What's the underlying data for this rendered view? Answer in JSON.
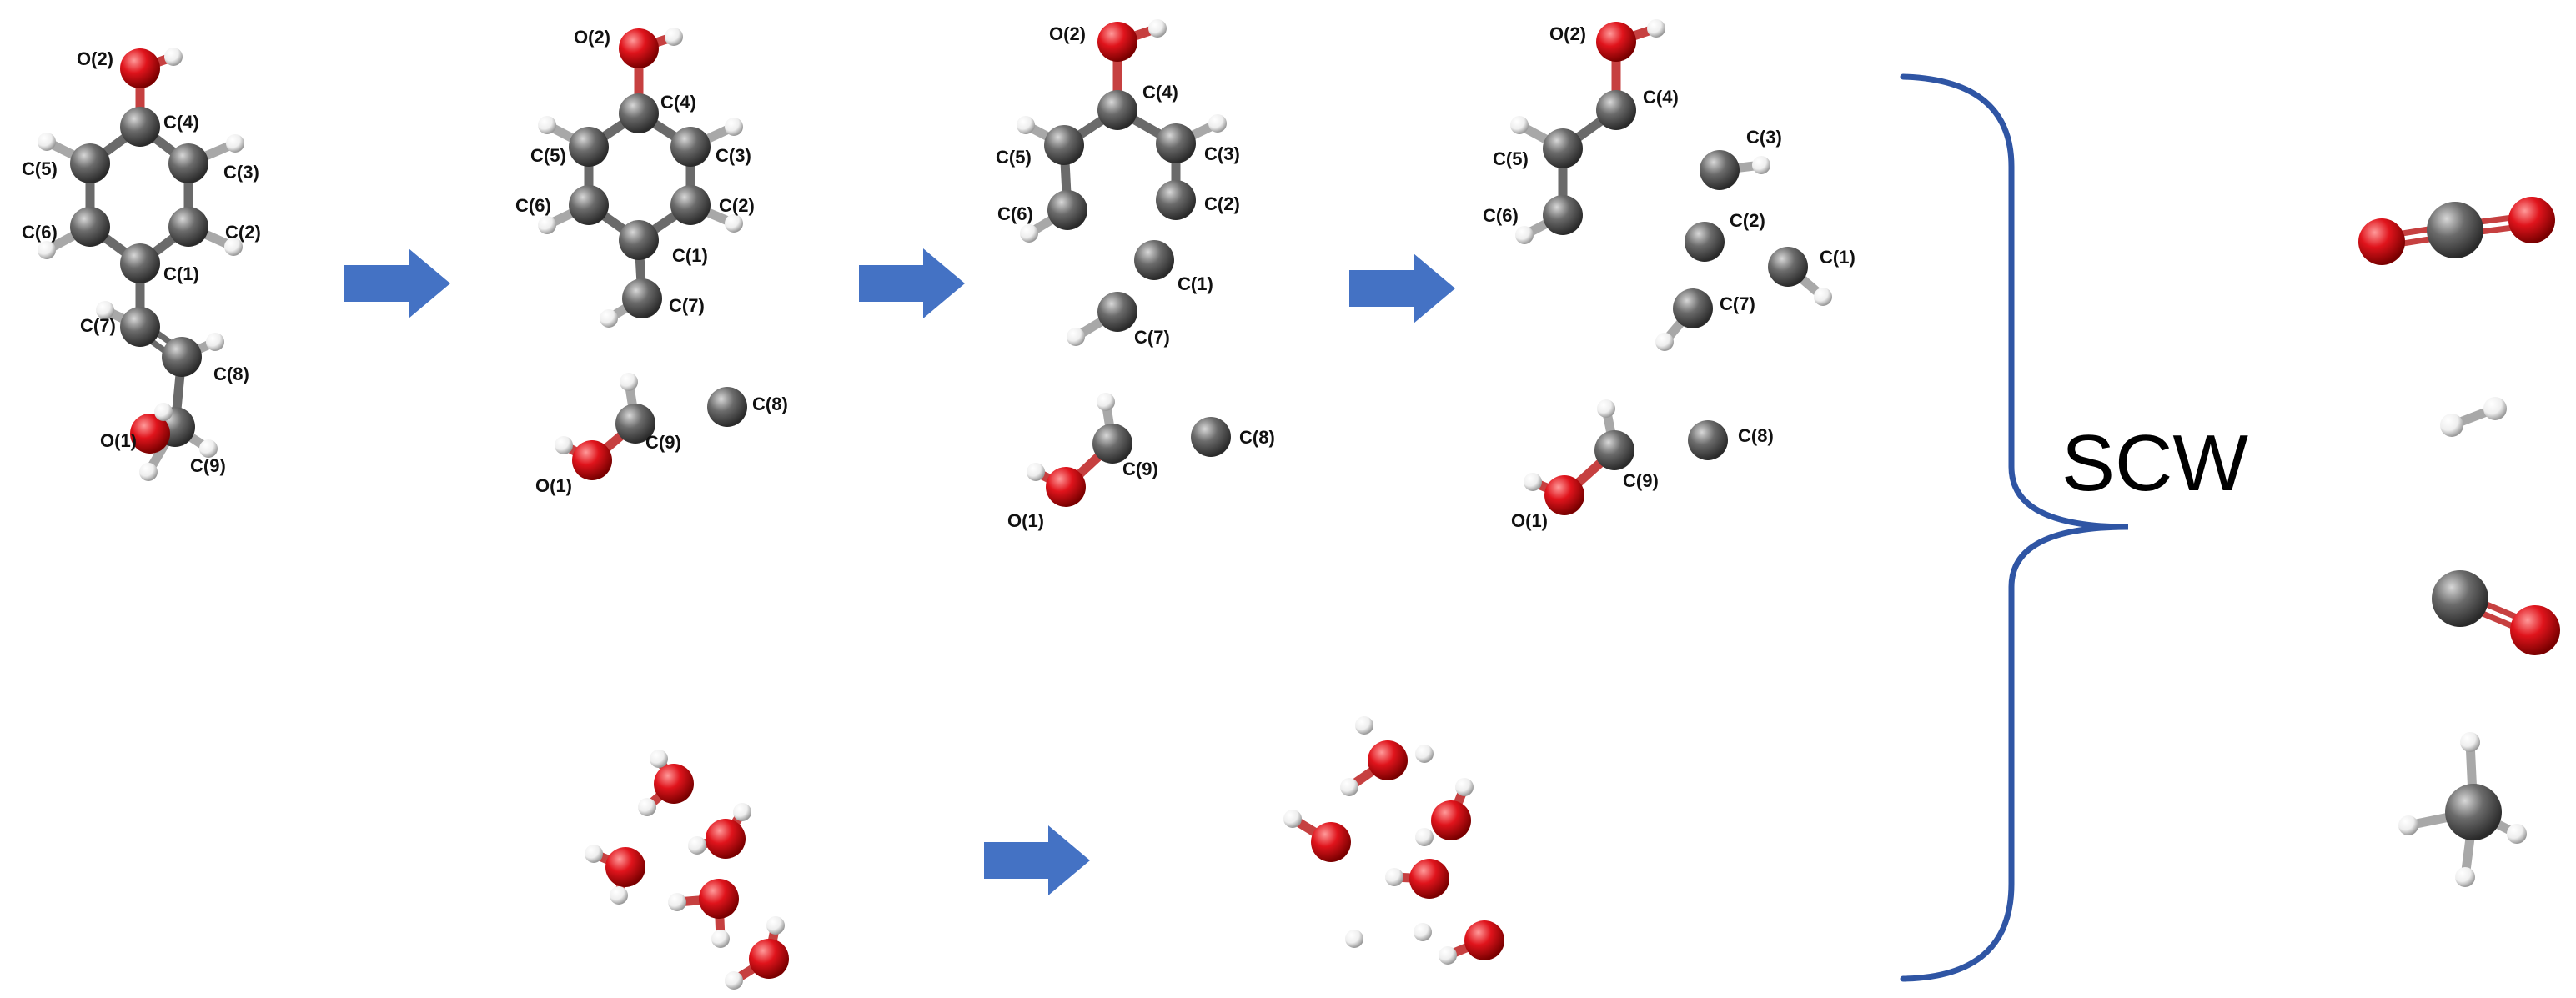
{
  "figure": {
    "process_label": "SCW",
    "colors": {
      "carbon": "#5a5a5a",
      "oxygen": "#e0141c",
      "hydrogen": "#f2f2f2",
      "arrow": "#4472c4",
      "bracket": "#2f55a4",
      "bond": "#8a8a8a"
    }
  },
  "labels": {
    "O1": "O(1)",
    "O2": "O(2)",
    "C1": "C(1)",
    "C2": "C(2)",
    "C3": "C(3)",
    "C4": "C(4)",
    "C5": "C(5)",
    "C6": "C(6)",
    "C7": "C(7)",
    "C8": "C(8)",
    "C9": "C(9)"
  },
  "stages": [
    {
      "name": "initial-molecule"
    },
    {
      "name": "stage-2"
    },
    {
      "name": "stage-3"
    },
    {
      "name": "stage-4"
    }
  ],
  "products": [
    {
      "name": "product-co2"
    },
    {
      "name": "product-h2"
    },
    {
      "name": "product-co"
    },
    {
      "name": "product-ch4"
    }
  ],
  "water": [
    {
      "name": "water-cluster-initial"
    },
    {
      "name": "water-cluster-dissociated"
    }
  ]
}
